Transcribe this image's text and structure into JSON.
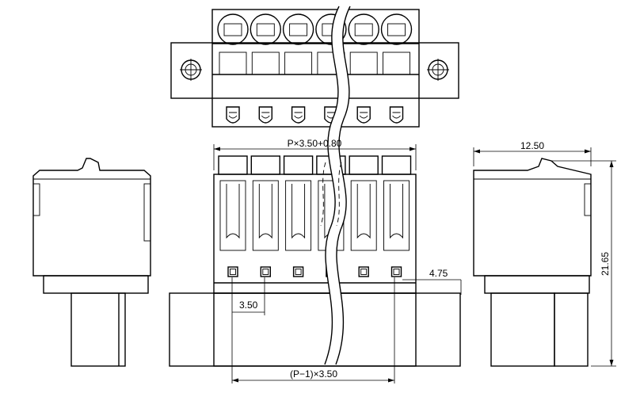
{
  "dimensions": {
    "total_width": "P×3.50+0.80",
    "pitch": "3.50",
    "offset": "4.75",
    "span": "(P−1)×3.50",
    "depth": "12.50",
    "height": "21.65"
  },
  "views": [
    "top-view",
    "front-view",
    "left-side-view",
    "right-side-view"
  ],
  "pin_count": 6
}
